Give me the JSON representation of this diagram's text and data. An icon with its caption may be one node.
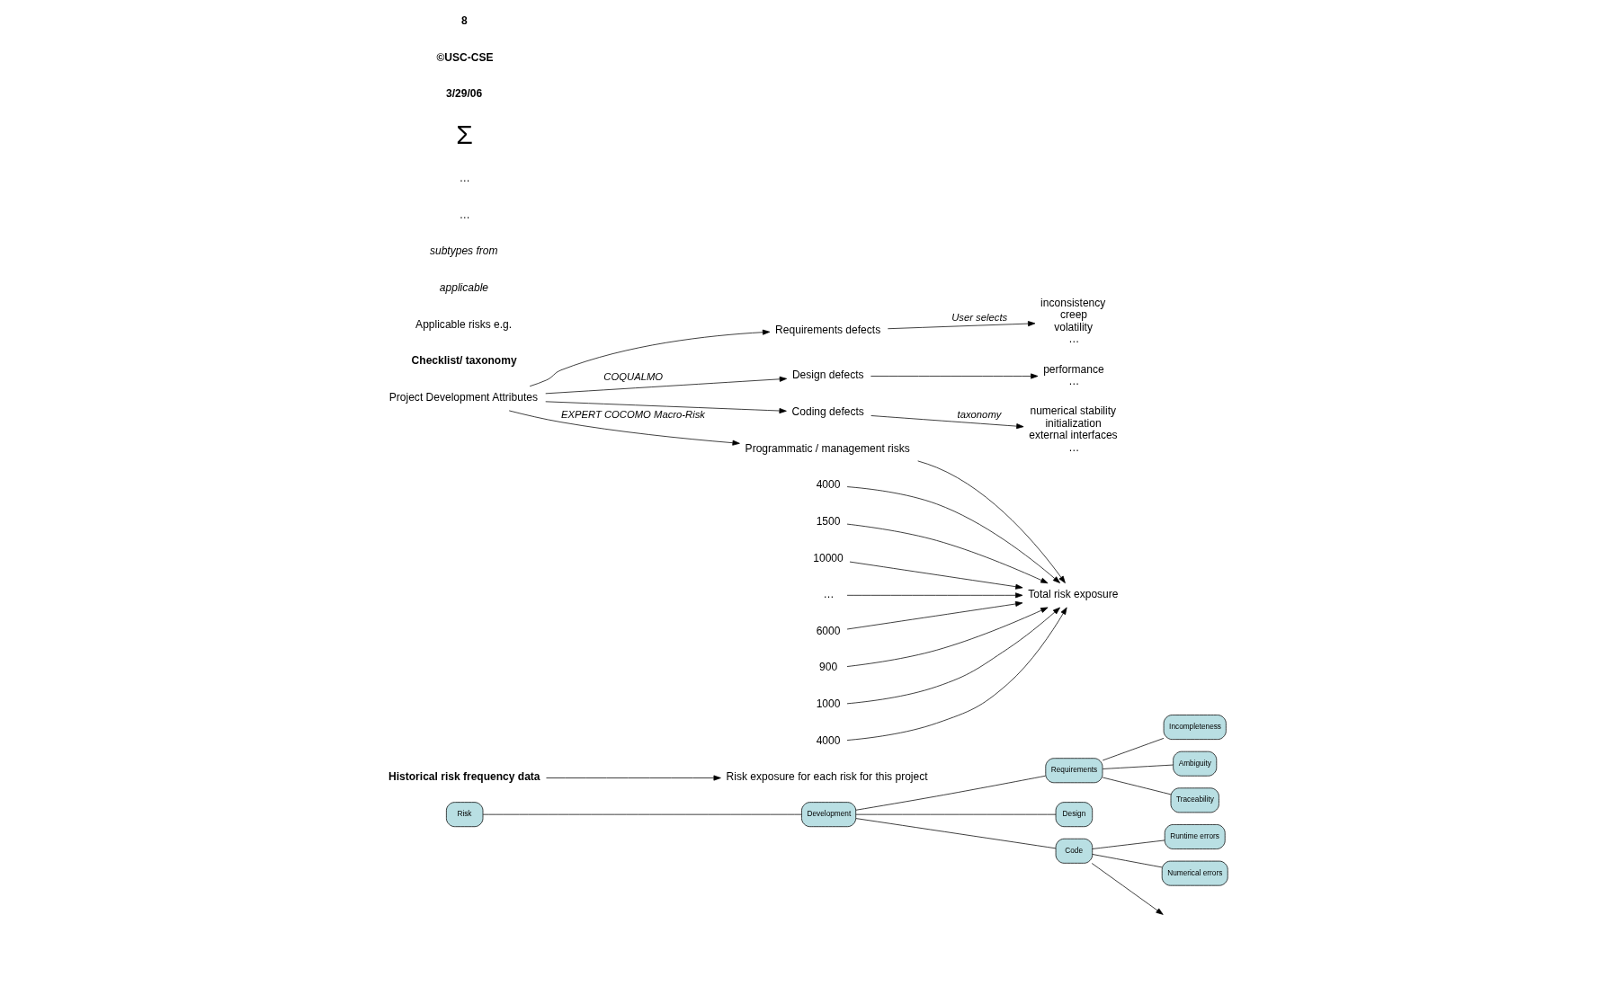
{
  "diagram": {
    "nodes": [
      {
        "text": [
          "Risk"
        ]
      },
      {
        "text": [
          "Development"
        ]
      },
      {
        "text": [
          "Requirements"
        ]
      },
      {
        "text": [
          "Design"
        ]
      },
      {
        "text": [
          "Code"
        ]
      },
      {
        "text": [
          "Incompleteness"
        ]
      },
      {
        "text": [
          "Ambiguity"
        ]
      },
      {
        "text": [
          "Traceability"
        ]
      },
      {
        "text": [
          "Runtime errors"
        ]
      },
      {
        "text": [
          "Numerical errors"
        ]
      },
      {
        "text": [
          "Historical risk frequency data"
        ]
      },
      {
        "text": [
          "Risk exposure for each risk for this project"
        ]
      },
      {
        "text": [
          "Project Development Attributes"
        ]
      },
      {
        "text": [
          "Requirements defects"
        ]
      },
      {
        "text": [
          "Design defects"
        ]
      },
      {
        "text": [
          "Coding defects"
        ]
      },
      {
        "text": [
          "Programmatic / management risks"
        ]
      },
      {
        "text": [
          "inconsistency",
          "creep",
          "volatility",
          "…"
        ]
      },
      {
        "text": [
          "performance",
          "…"
        ]
      },
      {
        "text": [
          "numerical stability",
          "initialization",
          "external interfaces",
          "…"
        ]
      },
      {
        "text": [
          "4000"
        ]
      },
      {
        "text": [
          "1500"
        ]
      },
      {
        "text": [
          "10000"
        ]
      },
      {
        "text": [
          "…"
        ]
      },
      {
        "text": [
          "6000"
        ]
      },
      {
        "text": [
          "900"
        ]
      },
      {
        "text": [
          "1000"
        ]
      },
      {
        "text": [
          "4000"
        ]
      },
      {
        "text": [
          "Total risk exposure"
        ]
      }
    ],
    "edges": [
      {
        "from": 0,
        "to": 1,
        "arrow": "none"
      },
      {
        "from": 1,
        "to": 2,
        "arrow": "none"
      },
      {
        "from": 1,
        "to": 3,
        "arrow": "none"
      },
      {
        "from": 1,
        "to": 4,
        "arrow": "none"
      },
      {
        "from": 2,
        "to": 5,
        "arrow": "none"
      },
      {
        "from": 2,
        "to": 6,
        "arrow": "none"
      },
      {
        "from": 2,
        "to": 7,
        "arrow": "none"
      },
      {
        "from": 4,
        "to": 8,
        "arrow": "none"
      },
      {
        "from": 4,
        "to": 9,
        "arrow": "none"
      },
      {
        "from": 4,
        "to": null,
        "arrow": "to"
      },
      {
        "from": 10,
        "to": 11,
        "arrow": "to"
      },
      {
        "from": 12,
        "to": 13,
        "arrow": "to"
      },
      {
        "from": 12,
        "to": 14,
        "arrow": "to",
        "label": "COQUALMO"
      },
      {
        "from": 12,
        "to": 15,
        "arrow": "to"
      },
      {
        "from": 12,
        "to": 16,
        "arrow": "to",
        "label": "EXPERT COCOMO Macro-Risk"
      },
      {
        "from": 13,
        "to": 17,
        "arrow": "to",
        "label": "User selects"
      },
      {
        "from": 14,
        "to": 18,
        "arrow": "to"
      },
      {
        "from": 15,
        "to": 19,
        "arrow": "to",
        "label": "taxonomy"
      },
      {
        "from": 20,
        "to": 28,
        "arrow": "to"
      },
      {
        "from": 21,
        "to": 28,
        "arrow": "to"
      },
      {
        "from": 22,
        "to": 28,
        "arrow": "to"
      },
      {
        "from": 23,
        "to": 28,
        "arrow": "to"
      },
      {
        "from": 24,
        "to": 28,
        "arrow": "to"
      },
      {
        "from": 25,
        "to": 28,
        "arrow": "to"
      },
      {
        "from": 26,
        "to": 28,
        "arrow": "to"
      },
      {
        "from": 27,
        "to": 28,
        "arrow": "to"
      },
      {
        "from": 16,
        "to": 28,
        "arrow": "to"
      }
    ],
    "labels": [
      "Checklist/ taxonomy",
      "Applicable risks e.g.",
      "applicable",
      "subtypes from",
      "…",
      "…",
      "Σ",
      "3/29/06",
      "©USC-CSE",
      "8"
    ]
  }
}
